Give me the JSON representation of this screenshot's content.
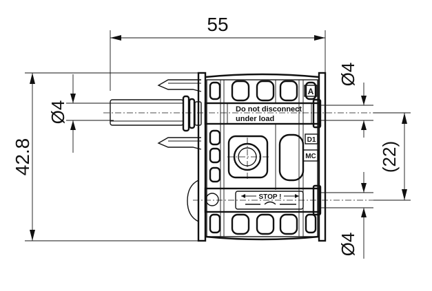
{
  "dimensions": {
    "overall_length": "55",
    "overall_height": "42.8",
    "pin_diameter_left": "Ø4",
    "pin_diameter_top_right": "Ø4",
    "pin_diameter_bottom_right": "Ø4",
    "pin_spacing": "(22)"
  },
  "labels": {
    "warning_line1": "Do not disconnect",
    "warning_line2": "under load",
    "stop_label": "STOP !",
    "brand_mark": "MC",
    "marking_a": "A",
    "marking_d": "D1"
  },
  "colors": {
    "line": "#111111",
    "background": "#ffffff"
  }
}
